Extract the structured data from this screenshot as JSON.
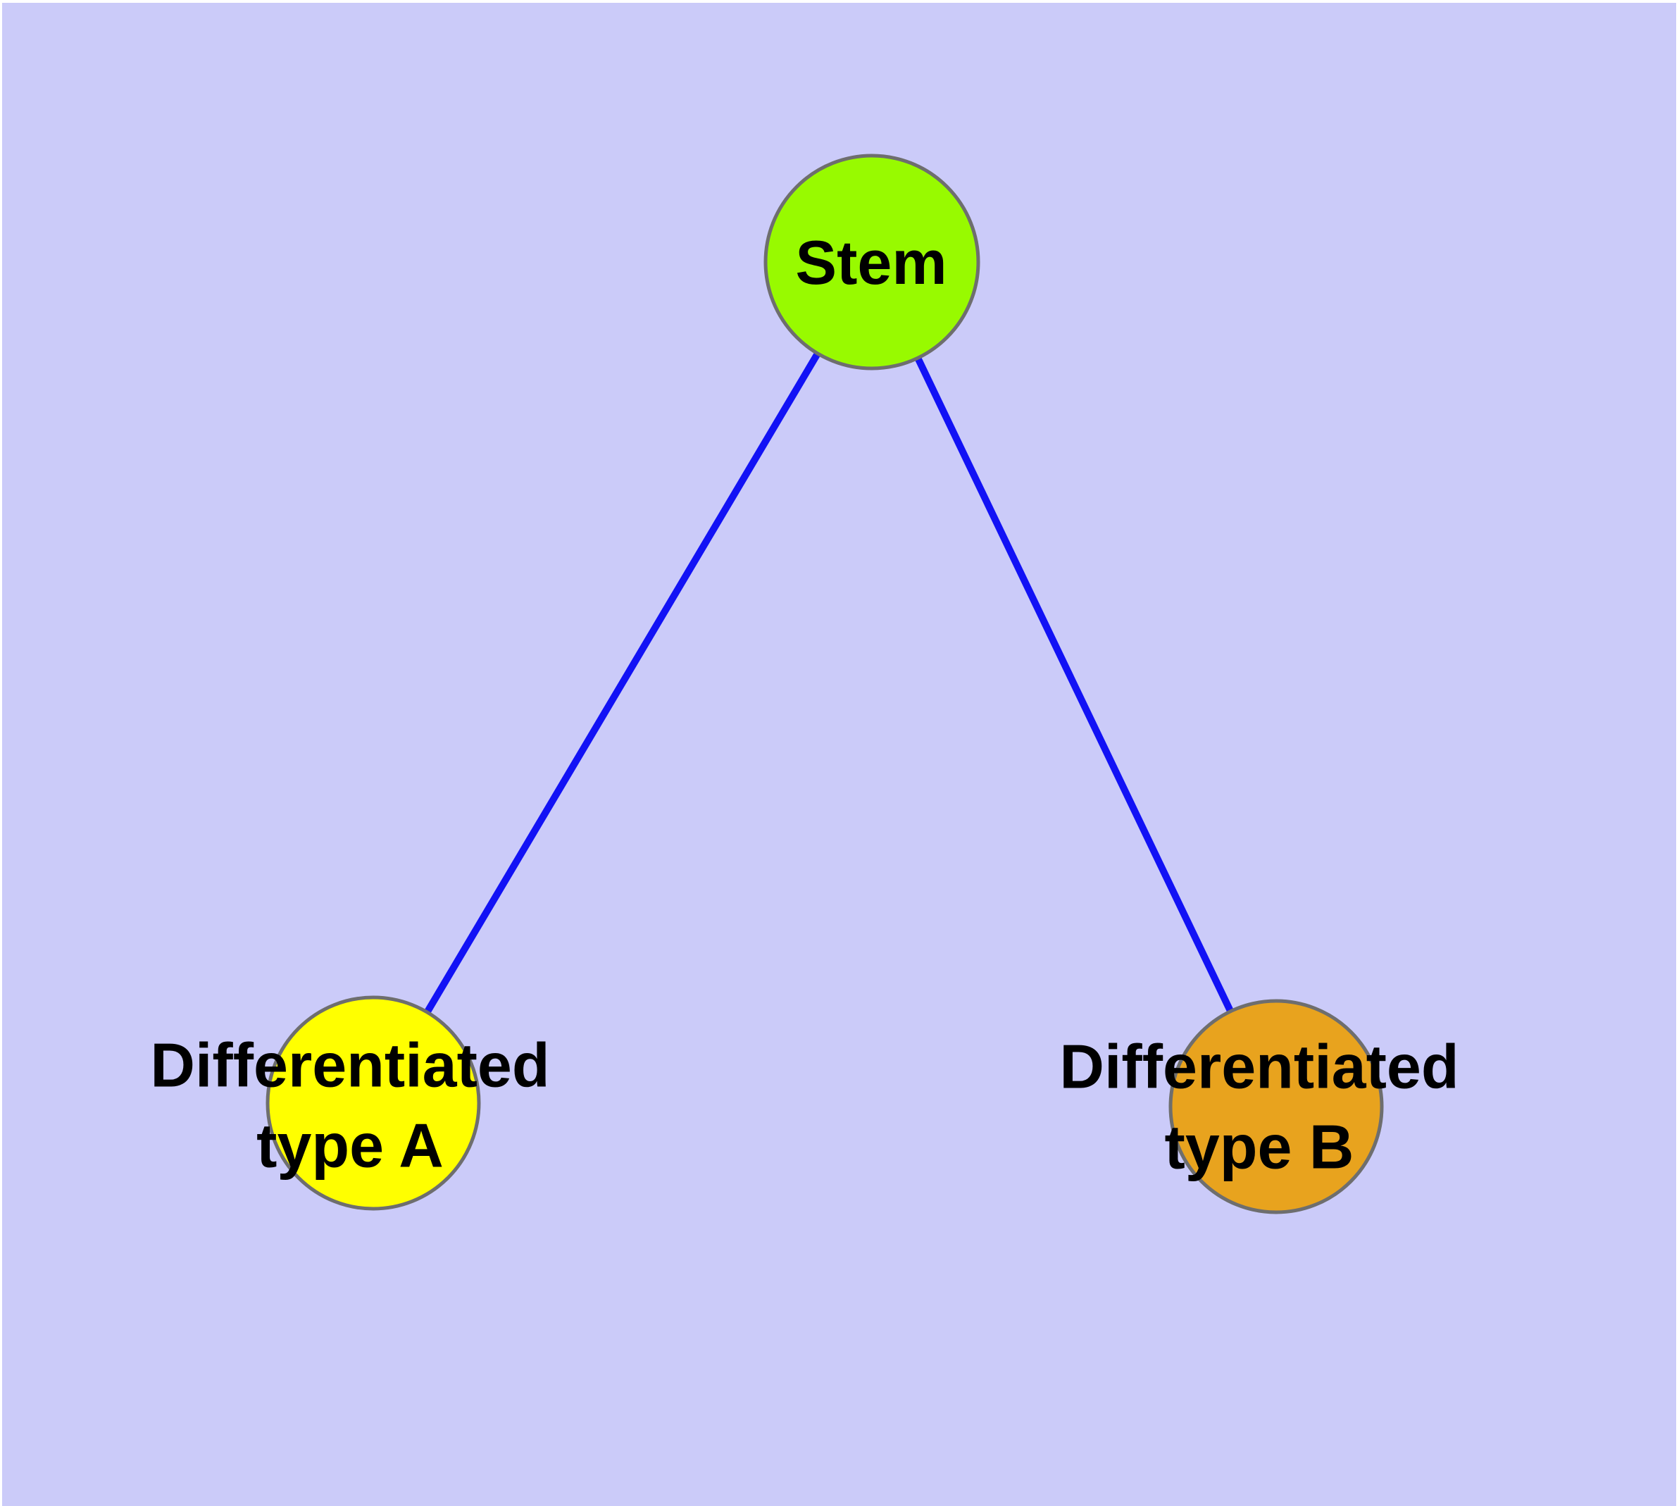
{
  "diagram": {
    "type": "node-link-graph",
    "background_color": "#CBCBF9",
    "frame_color": "#FFFFFF",
    "edge_color": "#1212F5",
    "node_border_color": "#6E6E6E",
    "label_color": "#000000",
    "nodes": [
      {
        "id": "stem",
        "label": "Stem",
        "color": "#98FA00"
      },
      {
        "id": "type-a",
        "label": "Differentiated\ntype A",
        "color": "#FFFF00"
      },
      {
        "id": "type-b",
        "label": "Differentiated\ntype B",
        "color": "#E8A31E"
      }
    ],
    "edges": [
      {
        "from": "Stem",
        "to": "Differentiated type A"
      },
      {
        "from": "Stem",
        "to": "Differentiated type B"
      }
    ]
  }
}
